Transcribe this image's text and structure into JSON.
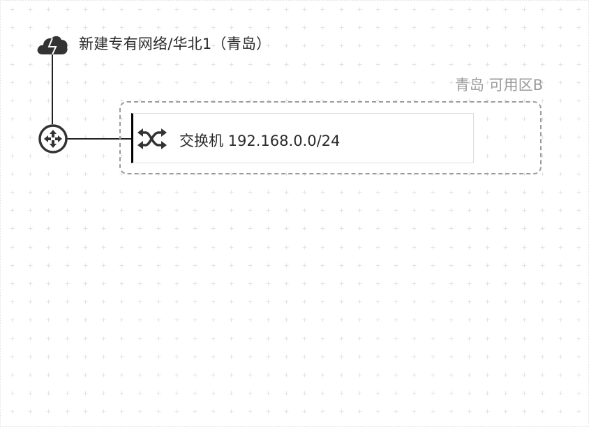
{
  "vpc": {
    "title": "新建专有网络/华北1（青岛）",
    "icon": "cloud-network-icon"
  },
  "router": {
    "icon": "router-icon"
  },
  "zone": {
    "label": "青岛 可用区B"
  },
  "switch": {
    "label": "交换机 192.168.0.0/24",
    "icon": "shuffle-switch-icon"
  },
  "colors": {
    "grid_plus": "#e3e3e3",
    "zone_border": "#9c9c9c",
    "icon_dark": "#333333",
    "text": "#2b2b2b",
    "zone_text": "#9a9a9a"
  }
}
